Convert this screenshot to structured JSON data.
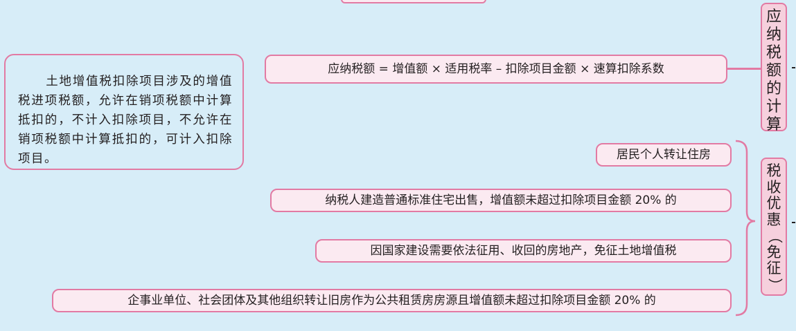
{
  "note": {
    "text": "土地增值税扣除项目涉及的增值税进项税额，允许在销项税额中计算抵扣的，不计入扣除项目，不允许在销项税额中计算抵扣的，可计入扣除项目。"
  },
  "calculation": {
    "title_chars": [
      "应",
      "纳",
      "税",
      "额",
      "的",
      "计",
      "算"
    ],
    "formula": "应纳税额 = 增值额 × 适用税率 – 扣除项目金额 × 速算扣除系数"
  },
  "preferential": {
    "title_chars": [
      "税",
      "收",
      "优",
      "惠",
      "（",
      "免",
      "征",
      "）"
    ],
    "items": [
      "居民个人转让住房",
      "纳税人建造普通标准住宅出售，增值额未超过扣除项目金额 20% 的",
      "因国家建设需要依法征用、收回的房地产，免征土地增值税",
      "企事业单位、社会团体及其他组织转让旧房作为公共租赁房房源且增值额未超过扣除项目金额 20% 的"
    ]
  },
  "colors": {
    "background": "#d7edf8",
    "border": "#e27aa3",
    "pill_fill": "#fbeaf1",
    "title_fill": "#f6d0dd"
  }
}
